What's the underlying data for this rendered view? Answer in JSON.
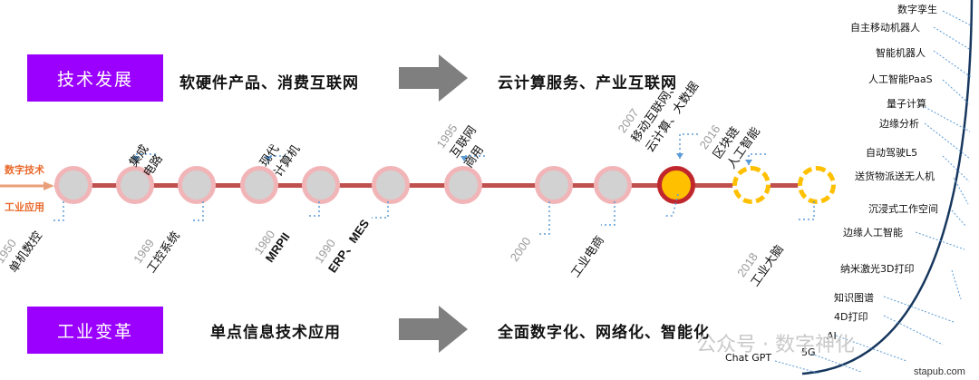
{
  "top": {
    "label": "技术发展",
    "left_text": "软硬件产品、消费互联网",
    "right_text": "云计算服务、产业互联网"
  },
  "bottom": {
    "label": "工业变革",
    "left_text": "单点信息技术应用",
    "right_text": "全面数字化、网络化、智能化"
  },
  "side": {
    "digital": "数字技术",
    "industrial": "工业应用"
  },
  "colors": {
    "accent": "#9b00ff",
    "timeline": "#c0504d",
    "node_ring": "#f1b5b8",
    "active": "#ffc000"
  },
  "above": [
    {
      "year": "",
      "line1": "集成",
      "line2": "电路"
    },
    {
      "year": "",
      "line1": "现代",
      "line2": "计算机"
    },
    {
      "year": "1995",
      "line1": "互联网",
      "line2": "商用"
    },
    {
      "year": "2007",
      "line1": "移动互联网、",
      "line2": "云计算、大数据"
    },
    {
      "year": "2016",
      "line1": "区块链",
      "line2": "人工智能"
    }
  ],
  "below": [
    {
      "year": "1950",
      "text": "单机数控"
    },
    {
      "year": "1969",
      "text": "工控系统"
    },
    {
      "year": "1980",
      "text": "MRPII"
    },
    {
      "year": "1990",
      "text": "ERP、MES"
    },
    {
      "year": "2000",
      "text": ""
    },
    {
      "year": "",
      "text": "工业电商"
    },
    {
      "year": "2018",
      "text": "工业大脑"
    }
  ],
  "tech": [
    "数字孪生",
    "自主移动机器人",
    "智能机器人",
    "人工智能PaaS",
    "量子计算",
    "边缘分析",
    "自动驾驶L5",
    "送货物派送无人机",
    "沉浸式工作空间",
    "边缘人工智能",
    "纳米激光3D打印",
    "知识图谱",
    "4D打印",
    "AI",
    "5G",
    "Chat GPT"
  ],
  "watermark": "公众号 · 数字神化",
  "footer": "stapub.com"
}
